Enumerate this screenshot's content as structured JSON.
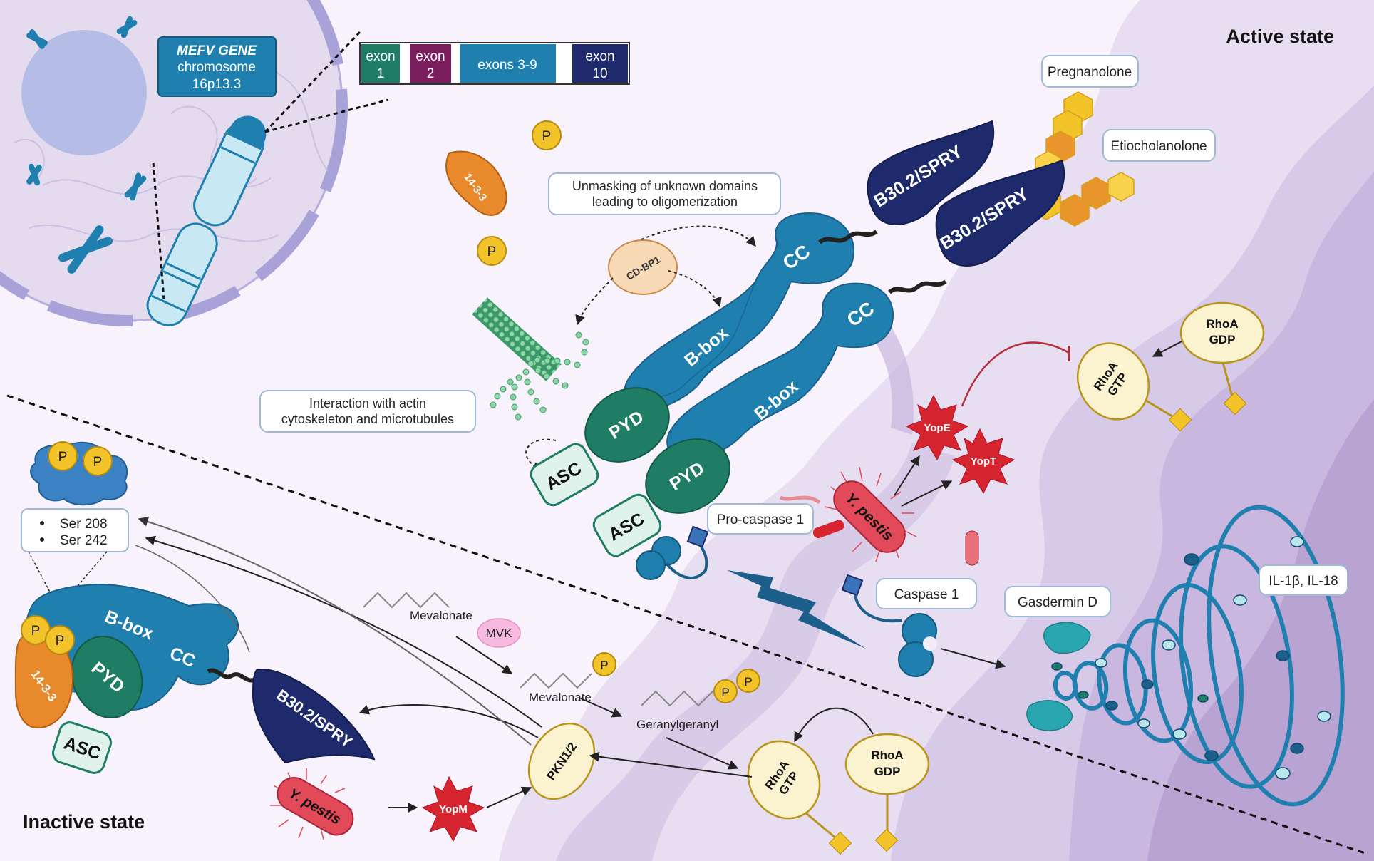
{
  "states": {
    "active": "Active state",
    "inactive": "Inactive state"
  },
  "gene": {
    "title": "MEFV GENE",
    "line2": "chromosome",
    "line3": "16p13.3"
  },
  "exons": {
    "e1a": "exon",
    "e1b": "1",
    "e2a": "exon",
    "e2b": "2",
    "e39": "exons 3-9",
    "e10a": "exon",
    "e10b": "10"
  },
  "steroids": {
    "pregnanolone": "Pregnanolone",
    "etiocholanolone": "Etiocholanolone"
  },
  "notes": {
    "unmask1": "Unmasking of unknown domains",
    "unmask2": "leading to oligomerization",
    "actin1": "Interaction with actin",
    "actin2": "cytoskeleton and microtubules"
  },
  "phospho": {
    "p": "P",
    "ser1": "Ser 208",
    "ser2": "Ser 242"
  },
  "domains": {
    "b30": "B30.2/SPRY",
    "cc": "CC",
    "bbox": "B-box",
    "pyd": "PYD",
    "asc": "ASC",
    "cdbp1": "CD-BP1",
    "p1433": "14-3-3"
  },
  "pathway": {
    "procasp": "Pro-caspase 1",
    "casp": "Caspase 1",
    "gsdmd": "Gasdermin D",
    "il": "IL-1β, IL-18",
    "mevalonate": "Mevalonate",
    "mvk": "MVK",
    "ggpp": "Geranylgeranyl",
    "pkn": "PKN1/2",
    "rhoa": "RhoA",
    "gtp": "GTP",
    "gdp": "GDP",
    "ypestis": "Y. pestis",
    "yopm": "YopM",
    "yope": "YopE",
    "yopt": "YopT"
  },
  "colors": {
    "pyrin": "#1f7fae",
    "pyrin_dark": "#1b5f8a",
    "spry": "#1e2a6b",
    "pyd": "#1f7d64",
    "asc_fill": "#dff2ec",
    "membrane": "#cfc1e2",
    "gold": "#f2c42a",
    "orange": "#e8892b",
    "bacteria": "#e24a5a"
  }
}
